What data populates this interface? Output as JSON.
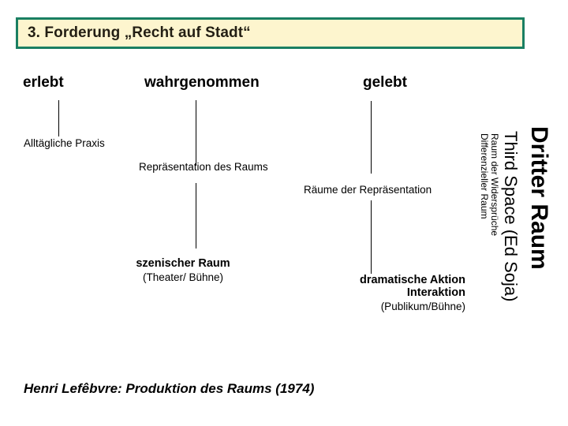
{
  "slide": {
    "title": "3. Forderung „Recht auf Stadt“",
    "title_box": {
      "fill_color": "#fdf5ce",
      "border_color": "#1a7f62"
    }
  },
  "columns": [
    {
      "label": "erlebt"
    },
    {
      "label": "wahrgenommen"
    },
    {
      "label": "gelebt"
    }
  ],
  "flow": [
    {
      "label": "Alltägliche Praxis"
    },
    {
      "label": "Repräsentation des Raums"
    },
    {
      "label": "Räume der Repräsentation"
    }
  ],
  "scenic_block": {
    "heading": "szenischer Raum",
    "subtitle": "(Theater/ Bühne)"
  },
  "dramatic_block": {
    "heading_1": "dramatische Aktion",
    "heading_2": "Interaktion",
    "subtitle": "(Publikum/Bühne)"
  },
  "vertical_column": {
    "main": "Dritter Raum",
    "sub_1": "Third Space (Ed Soja)",
    "sub_2": "Raum der Widersprüche",
    "sub_3": "Differenzieller Raum"
  },
  "attribution": "Henri Lefêbvre: Produktion des Raums (1974)"
}
